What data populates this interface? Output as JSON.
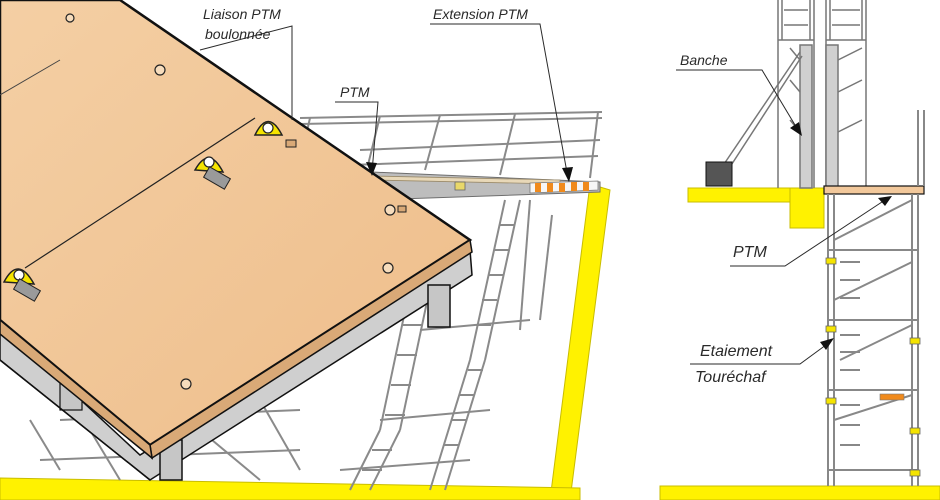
{
  "left_view": {
    "labels": {
      "liaison": [
        "Liaison PTM",
        "boulonnée"
      ],
      "ptm": "PTM",
      "extension": "Extension PTM"
    }
  },
  "right_view": {
    "labels": {
      "banche": "Banche",
      "ptm": "PTM",
      "etaiement": [
        "Etaiement",
        "Touréchaf"
      ]
    }
  },
  "colors": {
    "deck_wood": "#f2c89b",
    "safety_yellow": "#fff200",
    "bracket_yellow": "#f5e400",
    "steel_grey": "#a9a9a9",
    "extension_orange": "#f08a1c",
    "outline": "#111111"
  }
}
